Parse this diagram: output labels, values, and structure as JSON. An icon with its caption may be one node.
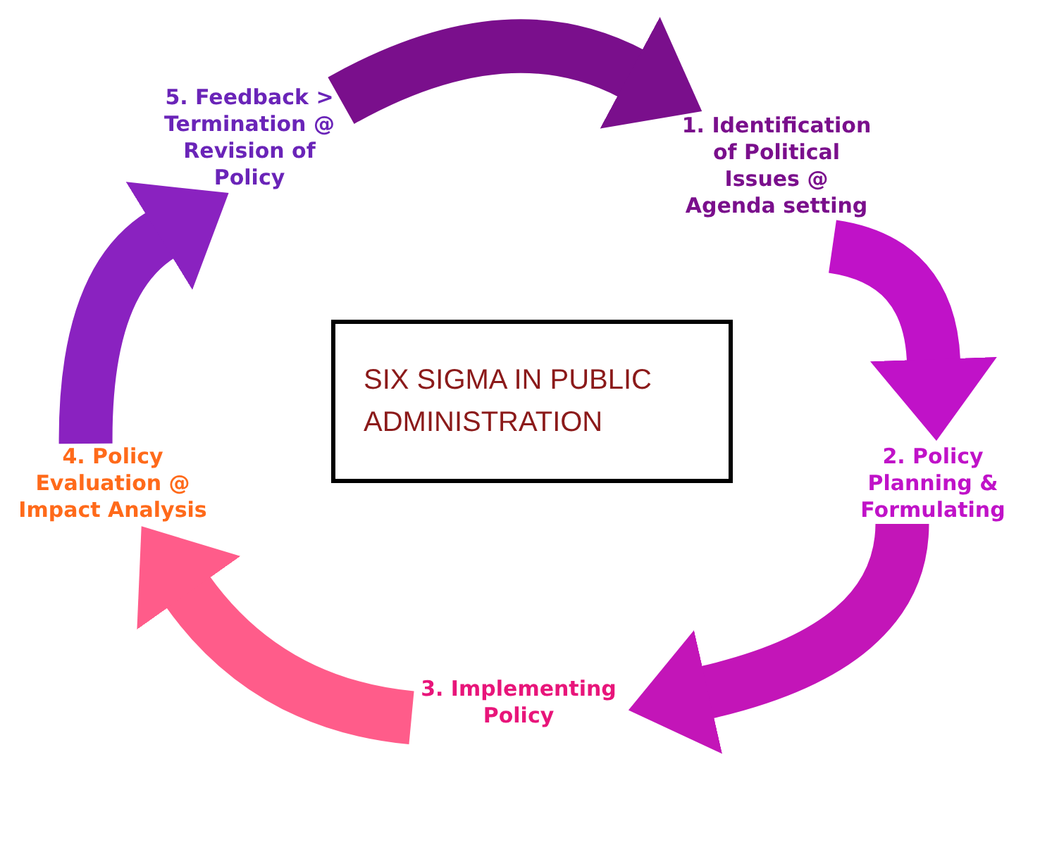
{
  "diagram": {
    "nodes": [
      {
        "text": [
          "SIX SIGMA IN PUBLIC ADMINISTRATION"
        ]
      },
      {
        "text": [
          "1. Identification of Political Issues @ Agenda setting"
        ]
      },
      {
        "text": [
          "2. Policy Planning & Formulating"
        ]
      },
      {
        "text": [
          "3. Implementing Policy"
        ]
      },
      {
        "text": [
          "4. Policy Evaluation @ Impact Analysis"
        ]
      },
      {
        "text": [
          "5. Feedback > Termination @ Revision of Policy"
        ]
      }
    ],
    "edges": [
      {
        "from": 5,
        "to": 1,
        "arrow": "to",
        "color": "#7a0f8c"
      },
      {
        "from": 1,
        "to": 2,
        "arrow": "to",
        "color": "#c012c8"
      },
      {
        "from": 2,
        "to": 3,
        "arrow": "to",
        "color": "#c315b8"
      },
      {
        "from": 3,
        "to": 4,
        "arrow": "to",
        "color": "#ff5c8a"
      },
      {
        "from": 4,
        "to": 5,
        "arrow": "to",
        "color": "#8a22c0"
      }
    ]
  }
}
